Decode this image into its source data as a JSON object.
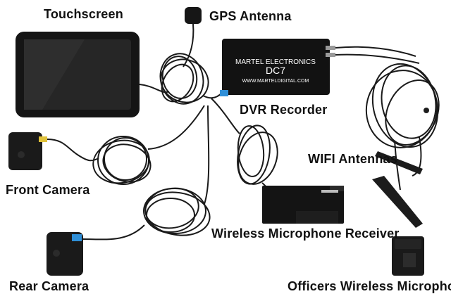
{
  "labels": {
    "touchscreen": "Touchscreen",
    "gps_antenna": "GPS Antenna",
    "dvr_recorder": "DVR Recorder",
    "wifi_antennas": "WIFI Antennas",
    "front_camera": "Front Camera",
    "rear_camera": "Rear Camera",
    "wireless_mic_receiver": "Wireless Microphone Receiver",
    "officers_wireless_mic": "Officers Wireless Microphone"
  },
  "dvr_box": {
    "brand": "MARTEL ELECTRONICS",
    "model": "DC7",
    "website": "WWW.MARTELDIGITAL.COM"
  },
  "colors": {
    "background": "#ffffff",
    "device_body": "#121212",
    "cable": "#1a1a1a",
    "connector_blue": "#2f8fd8",
    "connector_yellow": "#e0c23a",
    "text": "#111111"
  }
}
